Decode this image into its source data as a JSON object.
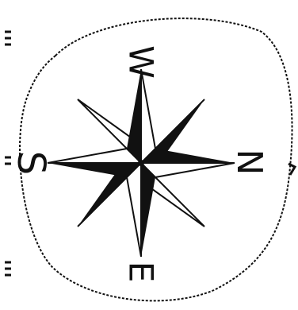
{
  "compass": {
    "labels": {
      "north": "N",
      "south": "S",
      "east": "E",
      "west": "W"
    }
  },
  "colors": {
    "ink": "#111111",
    "paper": "#ffffff"
  }
}
